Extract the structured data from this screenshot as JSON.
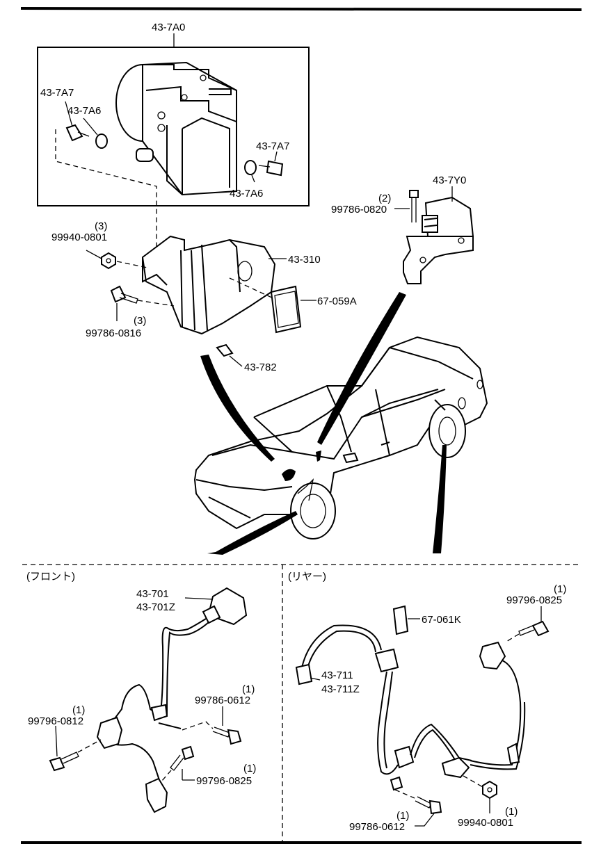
{
  "sections": {
    "front": "(フロント)",
    "rear": "(リヤー)"
  },
  "labels": {
    "hu_assembly": "43-7A0",
    "bolt_a7_left": "43-7A7",
    "bushing_a6_left": "43-7A6",
    "bolt_a7_right": "43-7A7",
    "bushing_a6_right": "43-7A6",
    "nut_qty_1": "(3)",
    "nut_1": "99940-0801",
    "bracket_310": "43-310",
    "sponge_059a": "67-059A",
    "bolt_qty_1": "(3)",
    "bolt_816": "99786-0816",
    "clip_782": "43-782",
    "sensor_7y0": "43-7Y0",
    "bolt_qty_820": "(2)",
    "bolt_820": "99786-0820",
    "front_sensor": "43-701",
    "front_sensor_z": "43-701Z",
    "front_bolt_qty_612": "(1)",
    "front_bolt_612": "99786-0612",
    "front_bolt_qty_812": "(1)",
    "front_bolt_812": "99796-0812",
    "front_bolt_qty_825": "(1)",
    "front_bolt_825": "99796-0825",
    "rear_bolt_qty_825": "(1)",
    "rear_bolt_825": "99796-0825",
    "rear_label_061k": "67-061K",
    "rear_sensor": "43-711",
    "rear_sensor_z": "43-711Z",
    "rear_bolt_qty_612": "(1)",
    "rear_bolt_612": "99786-0612",
    "rear_nut_qty": "(1)",
    "rear_nut": "99940-0801"
  }
}
